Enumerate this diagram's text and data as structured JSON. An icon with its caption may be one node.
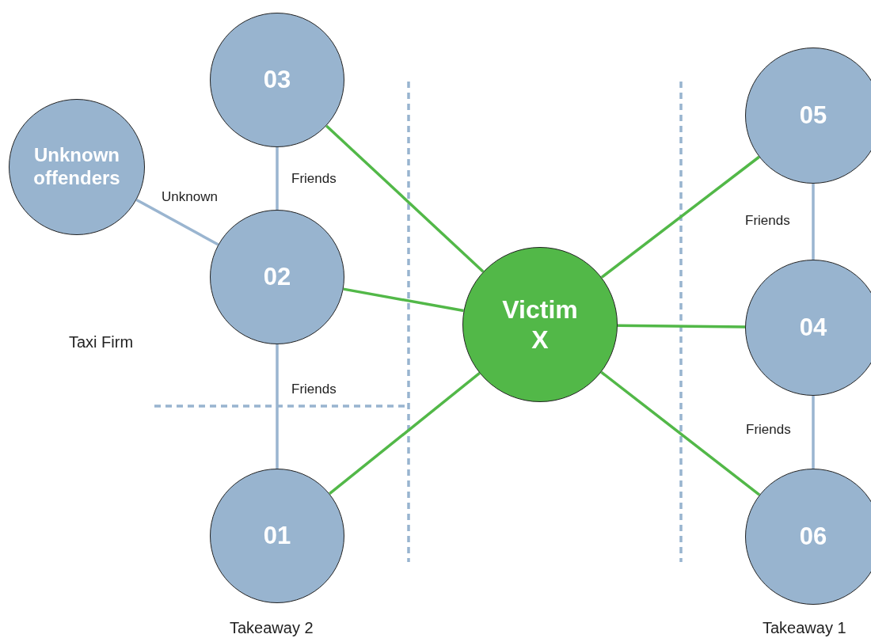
{
  "diagram": {
    "nodes": [
      {
        "text": [
          "Unknown offenders"
        ]
      },
      {
        "text": [
          "03"
        ]
      },
      {
        "text": [
          "02"
        ]
      },
      {
        "text": [
          "01"
        ]
      },
      {
        "text": [
          "Victim X"
        ]
      },
      {
        "text": [
          "05"
        ]
      },
      {
        "text": [
          "04"
        ]
      },
      {
        "text": [
          "06"
        ]
      }
    ],
    "edges": [
      {
        "from": 1,
        "to": 2,
        "arrow": "none",
        "label": "Friends",
        "color": "#9ab5d0"
      },
      {
        "from": 0,
        "to": 2,
        "arrow": "none",
        "label": "Unknown",
        "color": "#9ab5d0"
      },
      {
        "from": 2,
        "to": 3,
        "arrow": "none",
        "label": "Friends",
        "color": "#9ab5d0"
      },
      {
        "from": 1,
        "to": 4,
        "arrow": "none"
      },
      {
        "from": 2,
        "to": 4,
        "arrow": "none"
      },
      {
        "from": 3,
        "to": 4,
        "arrow": "none"
      },
      {
        "from": 5,
        "to": 4,
        "arrow": "none"
      },
      {
        "from": 6,
        "to": 4,
        "arrow": "none"
      },
      {
        "from": 7,
        "to": 4,
        "arrow": "none"
      },
      {
        "from": 5,
        "to": 6,
        "arrow": "none",
        "label": "Friends",
        "color": "#9ab5d0"
      },
      {
        "from": 6,
        "to": 7,
        "arrow": "none",
        "label": "Friends",
        "color": "#9ab5d0"
      }
    ],
    "labels": [
      "Taxi Firm",
      "Takeaway 2",
      "Takeaway 1"
    ]
  }
}
